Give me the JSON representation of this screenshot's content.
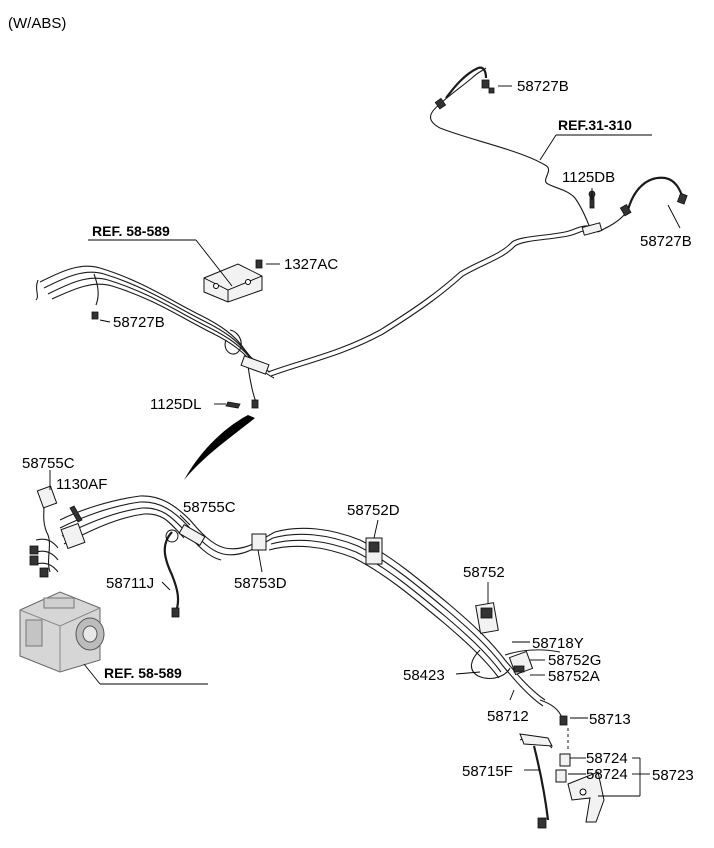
{
  "header": {
    "variant": "(W/ABS)"
  },
  "refs": {
    "ref_31_310": "REF.31-310",
    "ref_58_589_top": "REF. 58-589",
    "ref_58_589_abs": "REF. 58-589"
  },
  "parts": {
    "p58727B_top": "58727B",
    "p1125DB": "1125DB",
    "p58727B_right": "58727B",
    "p1327AC": "1327AC",
    "p58727B_left": "58727B",
    "p1125DL": "1125DL",
    "p58755C_left": "58755C",
    "p1130AF": "1130AF",
    "p58755C_mid": "58755C",
    "p58752D": "58752D",
    "p58711J": "58711J",
    "p58753D": "58753D",
    "p58752": "58752",
    "p58718Y": "58718Y",
    "p58752G": "58752G",
    "p58423": "58423",
    "p58752A": "58752A",
    "p58712": "58712",
    "p58713": "58713",
    "p58724_a": "58724",
    "p58724_b": "58724",
    "p58715F": "58715F",
    "p58723": "58723"
  },
  "colors": {
    "line": "#1a1a1a",
    "background": "#ffffff"
  }
}
